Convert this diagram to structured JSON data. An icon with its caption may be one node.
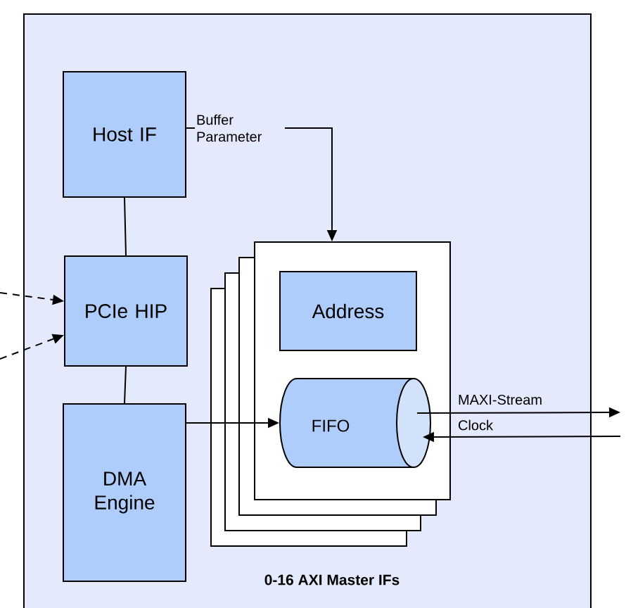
{
  "diagram": {
    "nodes": [
      {
        "text": [],
        "shape": "box"
      },
      {
        "text": [
          "Host IF"
        ],
        "in": 0
      },
      {
        "text": [
          "PCIe HIP"
        ],
        "in": 0
      },
      {
        "text": [
          "DMA Engine"
        ],
        "in": 0
      },
      {
        "text": [],
        "shape": "box",
        "in": 0
      },
      {
        "text": [
          "Address"
        ],
        "in": 4
      },
      {
        "text": [
          "FIFO"
        ],
        "in": 4
      }
    ],
    "edges": [
      {
        "from": 1,
        "to": 2,
        "arrow": "none"
      },
      {
        "from": 2,
        "to": 3,
        "arrow": "none"
      },
      {
        "from": 1,
        "to": 4,
        "arrow": "to",
        "label": "Buffer Parameter"
      },
      {
        "from": null,
        "to": 2,
        "arrow": "to",
        "style": "dashed"
      },
      {
        "from": null,
        "to": 2,
        "arrow": "to",
        "style": "dashed"
      },
      {
        "from": 3,
        "to": 6,
        "arrow": "to"
      },
      {
        "from": 6,
        "to": null,
        "arrow": "to",
        "label": "MAXI-Stream"
      },
      {
        "from": null,
        "to": 6,
        "arrow": "to",
        "label": "Clock"
      }
    ],
    "labels": [
      "0-16 AXI Master IFs"
    ]
  }
}
